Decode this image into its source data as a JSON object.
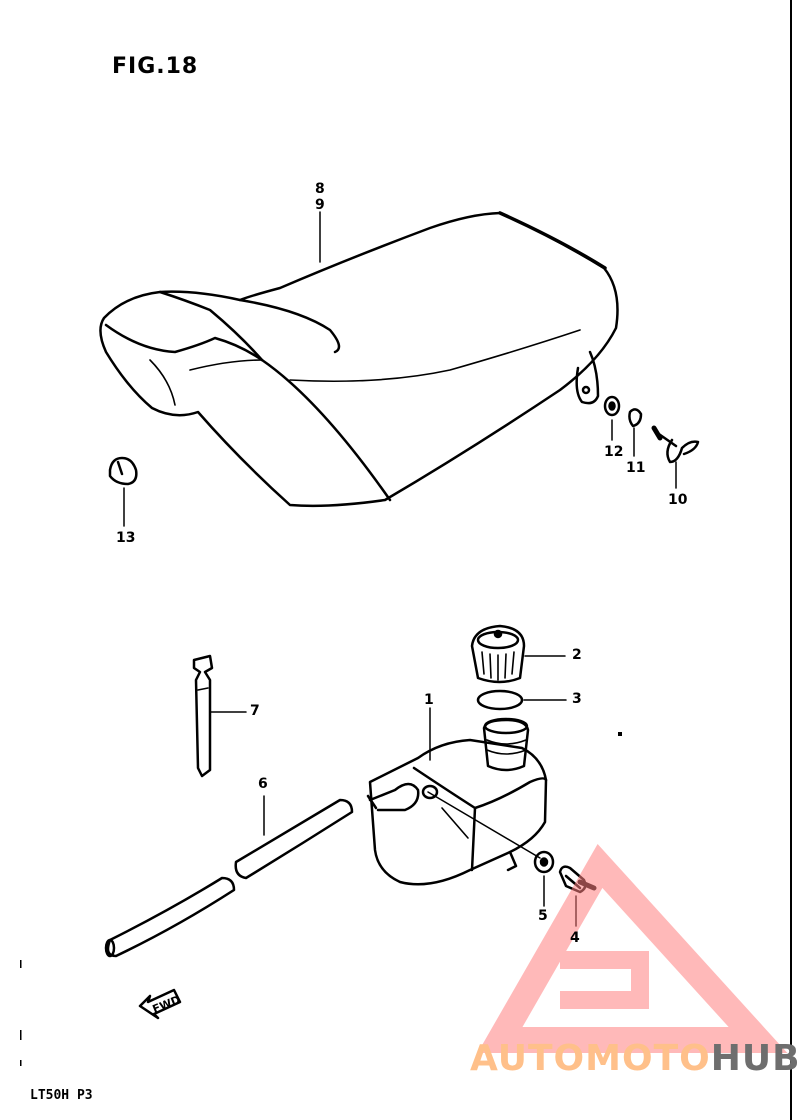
{
  "figure": {
    "title": "FIG.18",
    "model_code": "LT50H P3"
  },
  "callouts": {
    "c1": "1",
    "c2": "2",
    "c3": "3",
    "c4": "4",
    "c5": "5",
    "c6": "6",
    "c7": "7",
    "c8": "8",
    "c9": "9",
    "c10": "10",
    "c11": "11",
    "c12": "12",
    "c13": "13"
  },
  "direction_marker": "FWD",
  "watermark": {
    "part1": "AUTOMOTO",
    "part2": "HUB",
    "color_primary": "#ff8080",
    "color_secondary": "#6e6e6e",
    "color_accent": "#ffc08a"
  }
}
